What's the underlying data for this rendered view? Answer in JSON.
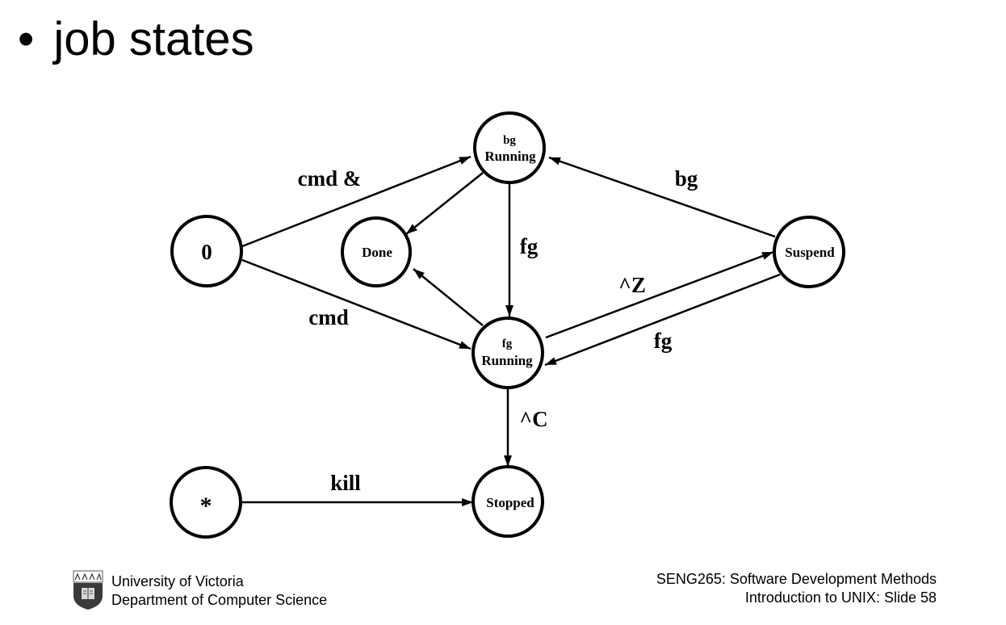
{
  "slide": {
    "bullet": "•",
    "title": "job states"
  },
  "diagram": {
    "nodes": {
      "zero": "0",
      "star": "*",
      "done": "Done",
      "bg_running_1": "bg",
      "bg_running_2": "Running",
      "fg_running_1": "fg",
      "fg_running_2": "Running",
      "suspend": "Suspend",
      "stopped": "Stopped"
    },
    "edges": {
      "cmd_amp": "cmd &",
      "cmd": "cmd",
      "fg_down": "fg",
      "bg_back": "bg",
      "ctrl_z": "^Z",
      "fg_back": "fg",
      "ctrl_c": "^C",
      "kill": "kill"
    }
  },
  "footer": {
    "university": "University of Victoria",
    "department": "Department of Computer Science",
    "course": "SENG265: Software Development Methods",
    "slide": "Introduction to UNIX: Slide 58"
  }
}
